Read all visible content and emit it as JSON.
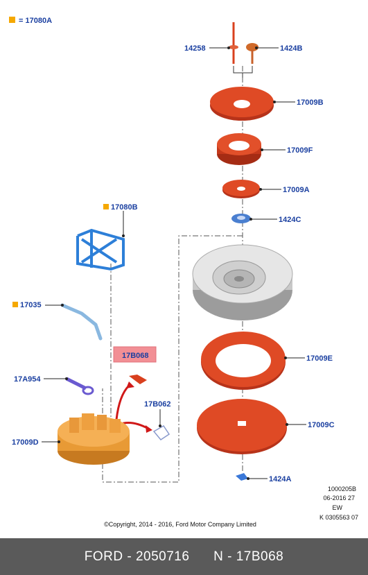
{
  "legend": {
    "marker_color": "#f5a800",
    "text": "= 17080A"
  },
  "callouts": {
    "p14258": "14258",
    "p1424B": "1424B",
    "p17009B": "17009B",
    "p17009F": "17009F",
    "p17009A": "17009A",
    "p1424C": "1424C",
    "p17080B": "17080B",
    "p17035": "17035",
    "p17B068": "17B068",
    "p17A954": "17A954",
    "p17B062": "17B062",
    "p17009D": "17009D",
    "p17009E": "17009E",
    "p17009C": "17009C",
    "p1424A": "1424A"
  },
  "highlight": {
    "part": "17B068",
    "color": "#f28f95"
  },
  "meta": {
    "line1": "1000205B",
    "line2": "06-2016 27",
    "line3": "EW",
    "line4": "K 0305563 07"
  },
  "copyright": "©Copyright, 2014 - 2016, Ford Motor Company Limited",
  "footer": {
    "brand": "FORD",
    "part_number": "2050716",
    "code_prefix": "N",
    "code": "17B068"
  },
  "colors": {
    "label": "#1a3fa0",
    "part_red": "#d9401e",
    "jack_blue": "#3a8fe0",
    "foam_orange": "#f0a040",
    "footer_bg": "#5a5a5a"
  }
}
